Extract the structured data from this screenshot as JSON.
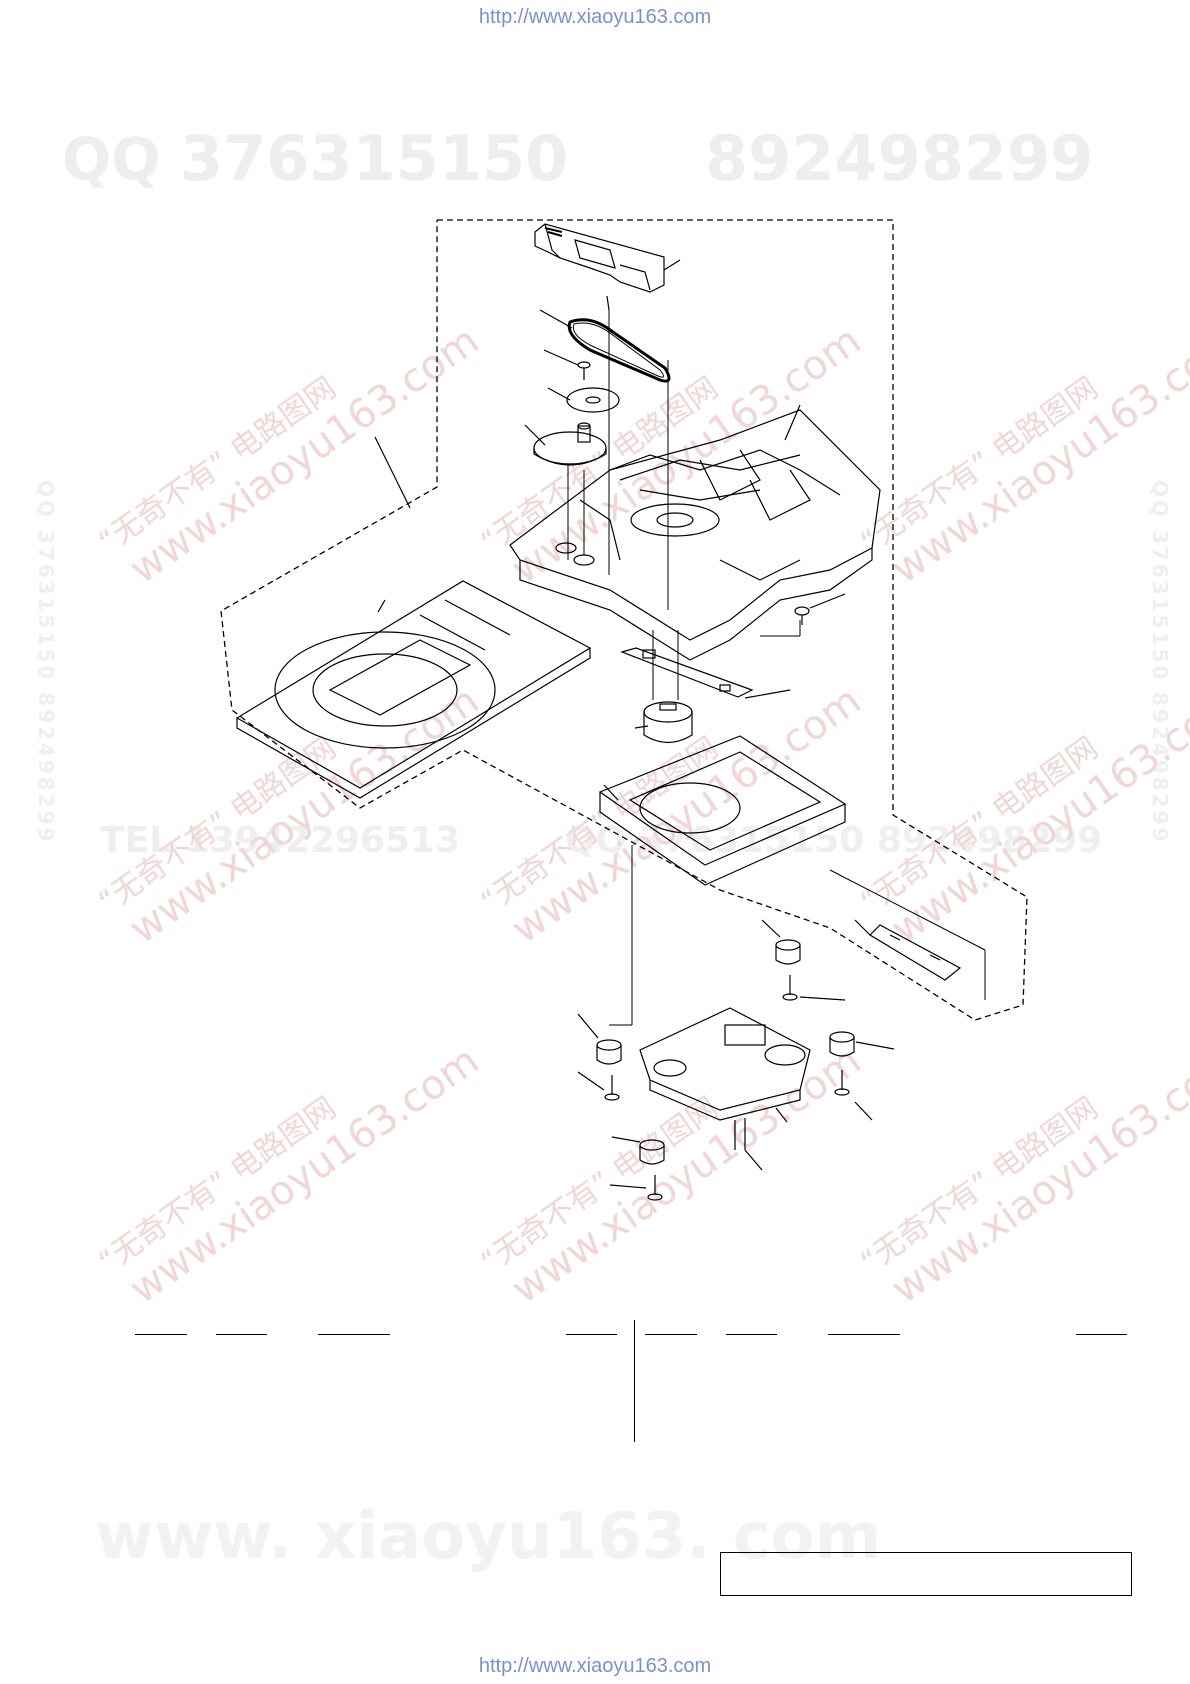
{
  "header_url": "http://www.xiaoyu163.com",
  "footer_url": "http://www.xiaoyu163.com",
  "watermarks": {
    "qq_prefix": "QQ",
    "qq_number_1": "376315150",
    "qq_number_2": "892498299",
    "tel_line_left": "TEL 13942296513",
    "tel_line_right": "QQ 376315150  892498299",
    "brand_cn": "“无奇不有” 电路图网",
    "brand_en": "www.xiaoyu163.com",
    "bottom_url": "www. xiaoyu163. com"
  },
  "parts_table": {
    "columns_left": [
      "",
      "",
      "",
      ""
    ],
    "columns_right": [
      "",
      "",
      "",
      ""
    ]
  },
  "caption_box": ""
}
